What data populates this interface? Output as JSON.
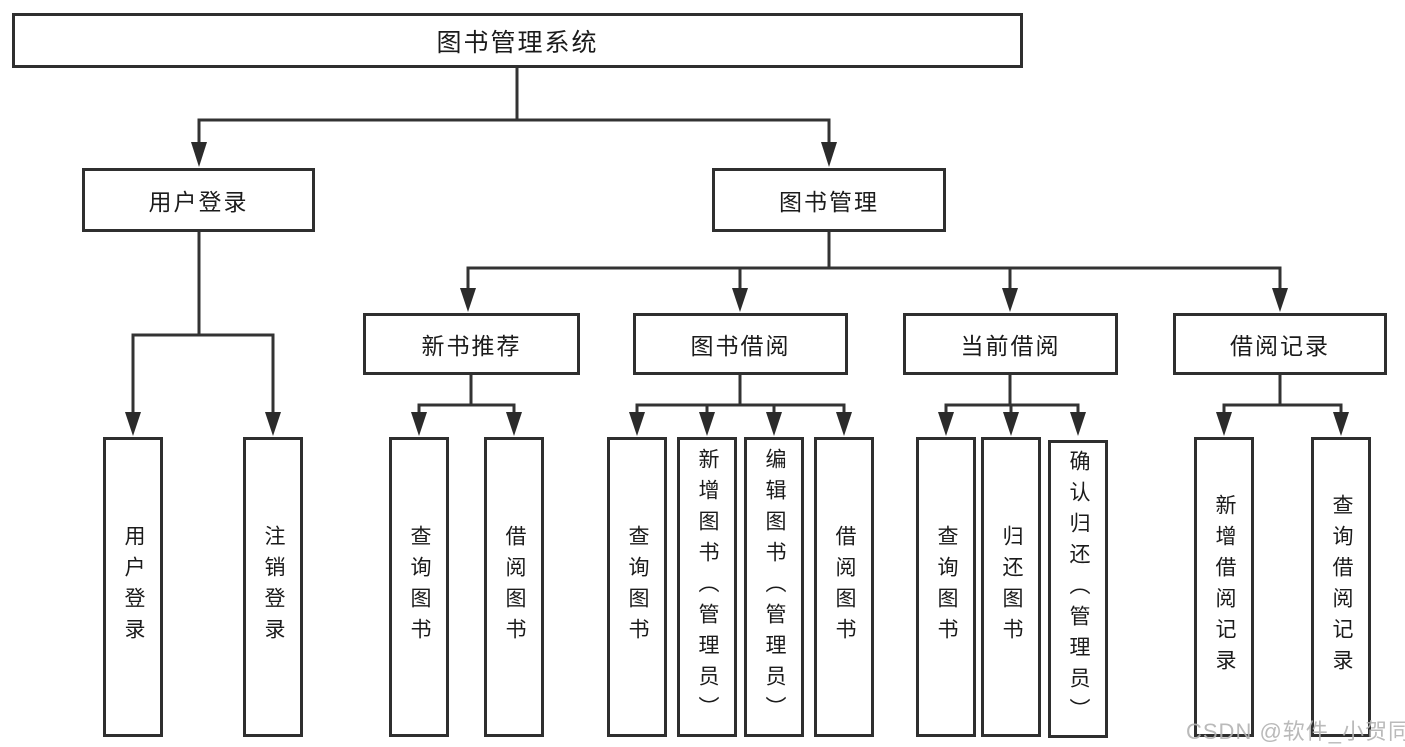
{
  "tree": {
    "label": "图书管理系统",
    "children": [
      {
        "label": "用户登录",
        "children": [
          {
            "label": "用户登录"
          },
          {
            "label": "注销登录"
          }
        ]
      },
      {
        "label": "图书管理",
        "children": [
          {
            "label": "新书推荐",
            "children": [
              {
                "label": "查询图书"
              },
              {
                "label": "借阅图书"
              }
            ]
          },
          {
            "label": "图书借阅",
            "children": [
              {
                "label": "查询图书"
              },
              {
                "label": "新增图书（管理员）"
              },
              {
                "label": "编辑图书（管理员）"
              },
              {
                "label": "借阅图书"
              }
            ]
          },
          {
            "label": "当前借阅",
            "children": [
              {
                "label": "查询图书"
              },
              {
                "label": "归还图书"
              },
              {
                "label": "确认归还（管理员）"
              }
            ]
          },
          {
            "label": "借阅记录",
            "children": [
              {
                "label": "新增借阅记录"
              },
              {
                "label": "查询借阅记录"
              }
            ]
          }
        ]
      }
    ]
  },
  "watermark": {
    "text": "CSDN @软件_小贺同学"
  },
  "colors": {
    "line": "#333333",
    "box_border": "#2f2f2f",
    "text": "#1b1b1b",
    "background": "#ffffff",
    "watermark": "#b2b2b2"
  }
}
